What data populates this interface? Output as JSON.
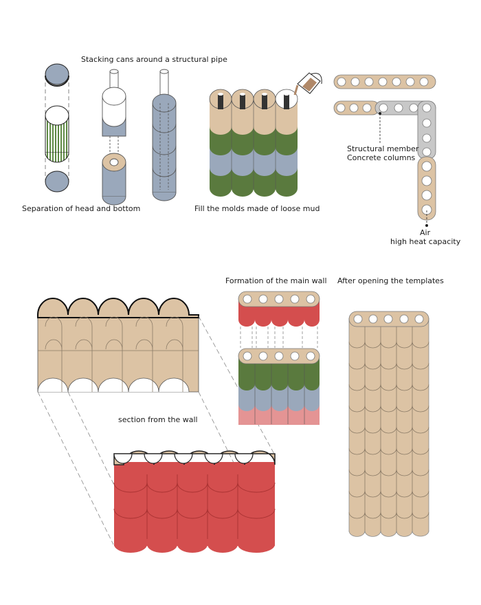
{
  "labels": {
    "stacking": "Stacking cans around a structural pipe",
    "separation": "Separation of head and bottom",
    "fill": "Fill the molds made of loose mud",
    "structural_member": "Structural member",
    "concrete_columns": "Concrete columns",
    "air": "Air",
    "heat_capacity": "high heat capacity",
    "formation": "Formation of the main wall",
    "after_opening": "After opening the templates",
    "section": "section from the wall"
  },
  "colors": {
    "tan": "#dcc3a4",
    "tan_dark": "#c9ab86",
    "blue_grey": "#9aa8bb",
    "green": "#5a7a3e",
    "red": "#d44e4e",
    "pink": "#e49494",
    "concrete": "#c8c8c8",
    "outline": "#2b2b2b",
    "dark_grey": "#5a5e66"
  }
}
